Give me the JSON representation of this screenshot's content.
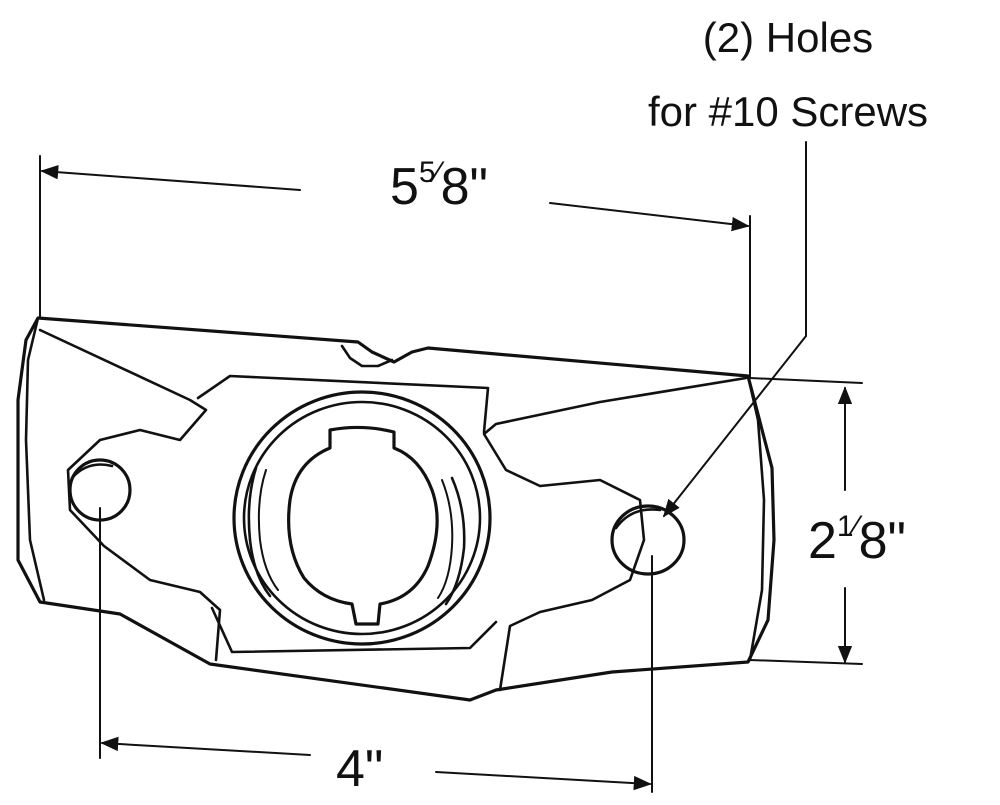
{
  "diagram": {
    "callout": {
      "line1": "(2) Holes",
      "line2": "for #10 Screws"
    },
    "dimensions": {
      "overall_width": {
        "whole": "5",
        "num": "5",
        "slash": "⁄",
        "den": "8",
        "unit": "\""
      },
      "height": {
        "whole": "2",
        "num": "1",
        "slash": "⁄",
        "den": "8",
        "unit": "\""
      },
      "hole_spacing": {
        "value": "4",
        "unit": "\""
      }
    }
  }
}
